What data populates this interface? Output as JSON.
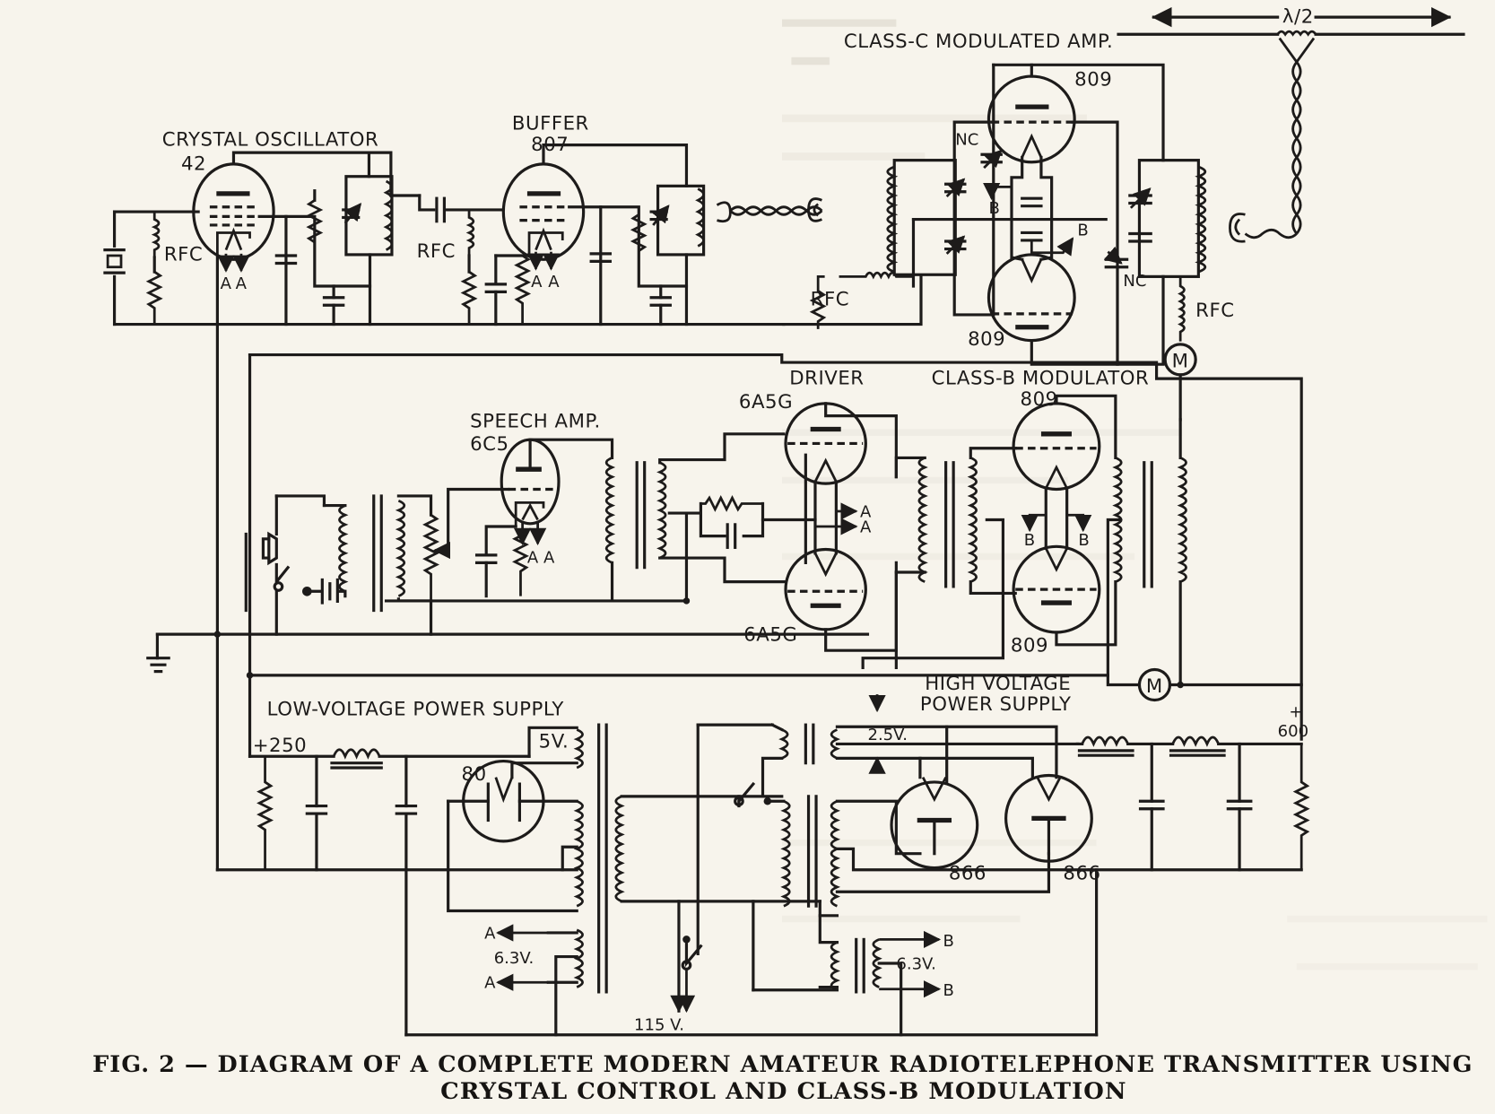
{
  "figure": {
    "caption_line1": "FIG. 2 — DIAGRAM OF A COMPLETE MODERN AMATEUR RADIOTELEPHONE TRANSMITTER USING",
    "caption_line2": "CRYSTAL CONTROL AND CLASS-B MODULATION"
  },
  "stages": {
    "crystal_osc": {
      "title": "CRYSTAL OSCILLATOR",
      "tube": "42"
    },
    "buffer": {
      "title": "BUFFER",
      "tube": "807"
    },
    "class_c": {
      "title": "CLASS-C MODULATED AMP.",
      "tube_top": "809",
      "tube_bottom": "809"
    },
    "speech": {
      "title": "SPEECH AMP.",
      "tube": "6C5"
    },
    "driver": {
      "title": "DRIVER",
      "tube_top": "6A5G",
      "tube_bottom": "6A5G"
    },
    "class_b": {
      "title": "CLASS-B MODULATOR",
      "tube_top": "809",
      "tube_bottom": "809"
    },
    "lv_supply": {
      "title": "LOW-VOLTAGE POWER SUPPLY",
      "rectifier": "80",
      "output": "+250",
      "filament": "5V."
    },
    "hv_supply": {
      "title_line1": "HIGH VOLTAGE",
      "title_line2": "POWER SUPPLY",
      "rectifier_1": "866",
      "rectifier_2": "866",
      "filament": "2.5V.",
      "output_plus": "+",
      "output": "600"
    }
  },
  "labels": {
    "rfc": "RFC",
    "nc": "NC",
    "a": "A",
    "b": "B",
    "meter": "M",
    "fil_a": "6.3V.",
    "fil_b": "6.3V.",
    "mains": "115 V.",
    "antenna": "λ/2"
  },
  "colors": {
    "paper": "#f7f4ec",
    "ink": "#1d1b1a"
  }
}
